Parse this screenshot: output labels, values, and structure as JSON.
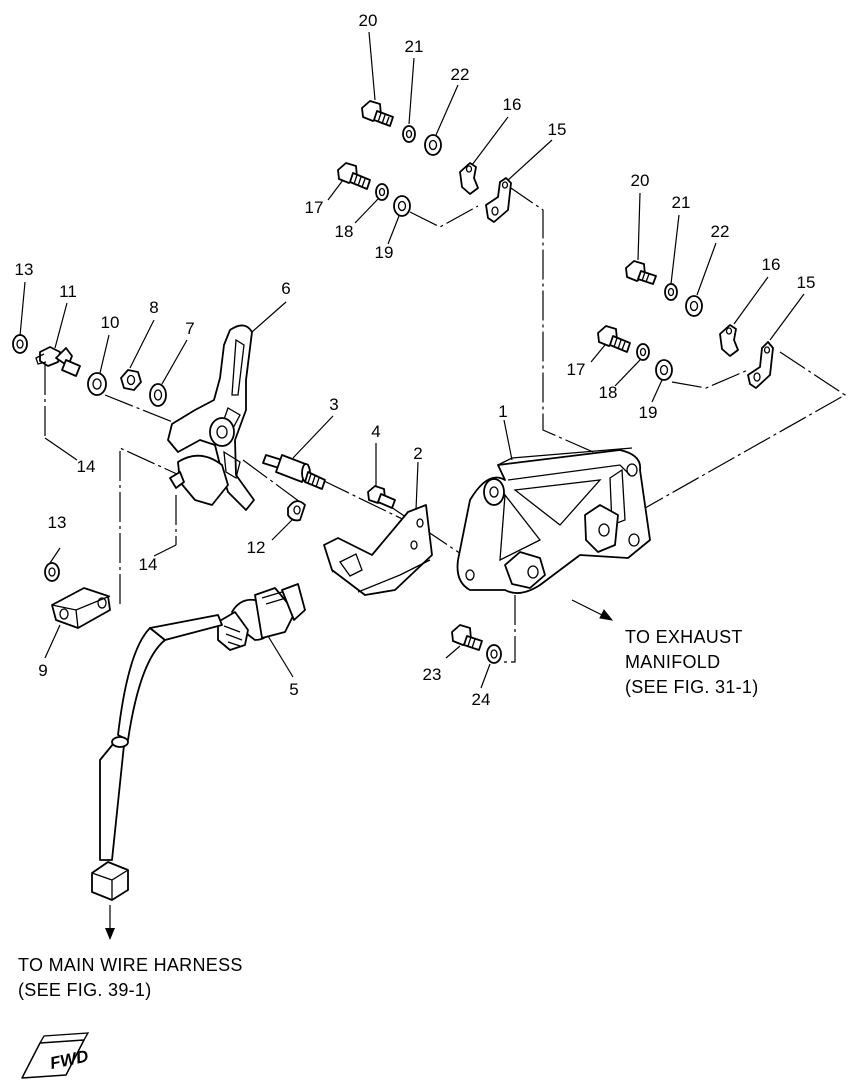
{
  "callouts": {
    "c1": "1",
    "c2": "2",
    "c3": "3",
    "c4": "4",
    "c5": "5",
    "c6": "6",
    "c7": "7",
    "c8": "8",
    "c9": "9",
    "c10": "10",
    "c11": "11",
    "c12": "12",
    "c13a": "13",
    "c13b": "13",
    "c14a": "14",
    "c14b": "14",
    "c15a": "15",
    "c15b": "15",
    "c16a": "16",
    "c16b": "16",
    "c17a": "17",
    "c17b": "17",
    "c18a": "18",
    "c18b": "18",
    "c19a": "19",
    "c19b": "19",
    "c20a": "20",
    "c20b": "20",
    "c21a": "21",
    "c21b": "21",
    "c22a": "22",
    "c22b": "22",
    "c23": "23",
    "c24": "24"
  },
  "notes": {
    "exhaust": [
      "TO EXHAUST",
      "MANIFOLD",
      "(SEE FIG. 31-1)"
    ],
    "harness": [
      "TO MAIN WIRE HARNESS",
      "(SEE FIG. 39-1)"
    ]
  },
  "fwd_mark": "FWD"
}
